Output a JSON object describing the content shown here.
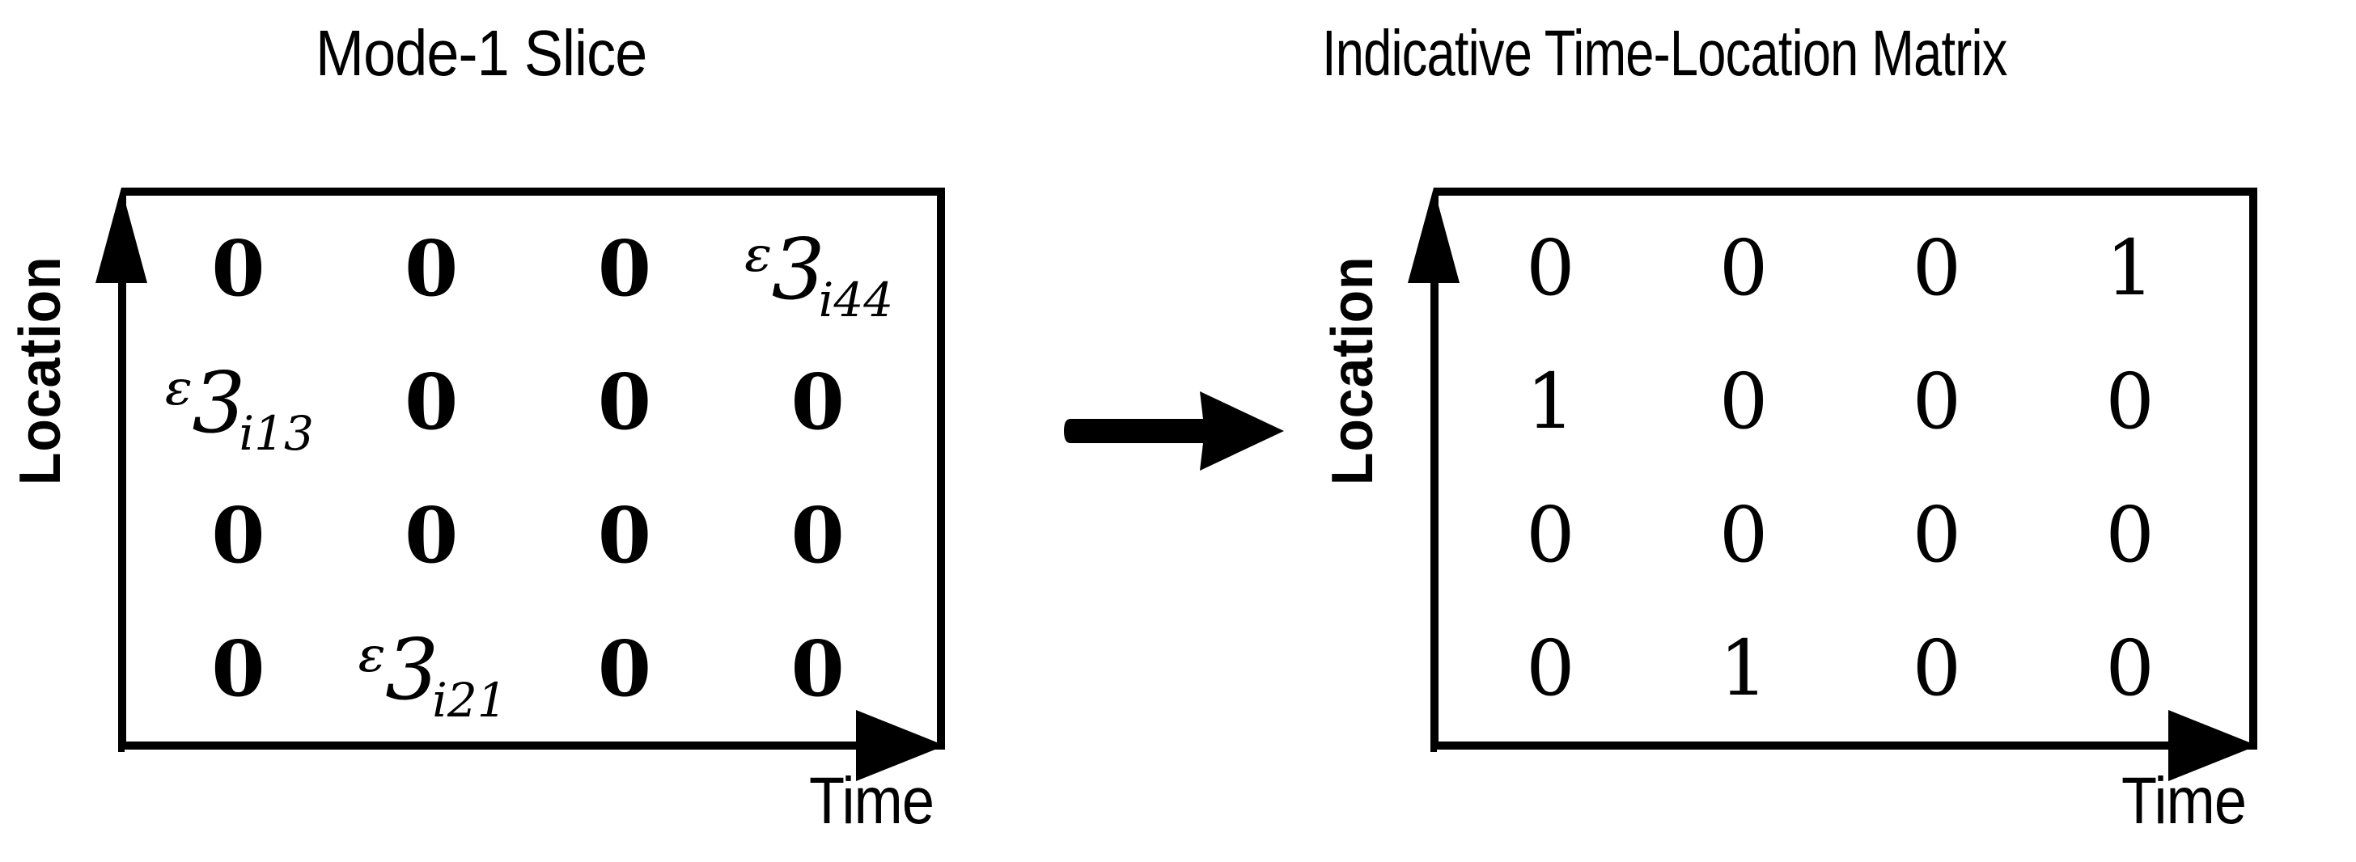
{
  "figure": {
    "background_color": "#ffffff",
    "ink_color": "#000000"
  },
  "panels": [
    {
      "id": "mode-1-slice",
      "title": "Mode-1 Slice",
      "y_axis_label": "Location",
      "x_axis_label": "Time",
      "matrix": {
        "rows": 4,
        "cols": 4,
        "cells": [
          [
            {
              "type": "number",
              "text": "0"
            },
            {
              "type": "number",
              "text": "0"
            },
            {
              "type": "number",
              "text": "0"
            },
            {
              "type": "script",
              "symbol": "ᵋ3",
              "subscript": "i44"
            }
          ],
          [
            {
              "type": "script",
              "symbol": "ᵋ3",
              "subscript": "i13"
            },
            {
              "type": "number",
              "text": "0"
            },
            {
              "type": "number",
              "text": "0"
            },
            {
              "type": "number",
              "text": "0"
            }
          ],
          [
            {
              "type": "number",
              "text": "0"
            },
            {
              "type": "number",
              "text": "0"
            },
            {
              "type": "number",
              "text": "0"
            },
            {
              "type": "number",
              "text": "0"
            }
          ],
          [
            {
              "type": "number",
              "text": "0"
            },
            {
              "type": "script",
              "symbol": "ᵋ3",
              "subscript": "i21"
            },
            {
              "type": "number",
              "text": "0"
            },
            {
              "type": "number",
              "text": "0"
            }
          ]
        ]
      }
    },
    {
      "id": "indicative-time-location-matrix",
      "title": "Indicative Time-Location Matrix",
      "y_axis_label": "Location",
      "x_axis_label": "Time",
      "matrix": {
        "rows": 4,
        "cols": 4,
        "cells": [
          [
            {
              "type": "number",
              "text": "0"
            },
            {
              "type": "number",
              "text": "0"
            },
            {
              "type": "number",
              "text": "0"
            },
            {
              "type": "number",
              "text": "1"
            }
          ],
          [
            {
              "type": "number",
              "text": "1"
            },
            {
              "type": "number",
              "text": "0"
            },
            {
              "type": "number",
              "text": "0"
            },
            {
              "type": "number",
              "text": "0"
            }
          ],
          [
            {
              "type": "number",
              "text": "0"
            },
            {
              "type": "number",
              "text": "0"
            },
            {
              "type": "number",
              "text": "0"
            },
            {
              "type": "number",
              "text": "0"
            }
          ],
          [
            {
              "type": "number",
              "text": "0"
            },
            {
              "type": "number",
              "text": "1"
            },
            {
              "type": "number",
              "text": "0"
            },
            {
              "type": "number",
              "text": "0"
            }
          ]
        ]
      }
    }
  ],
  "transform": {
    "icon": "right-arrow-icon",
    "direction": "right"
  }
}
